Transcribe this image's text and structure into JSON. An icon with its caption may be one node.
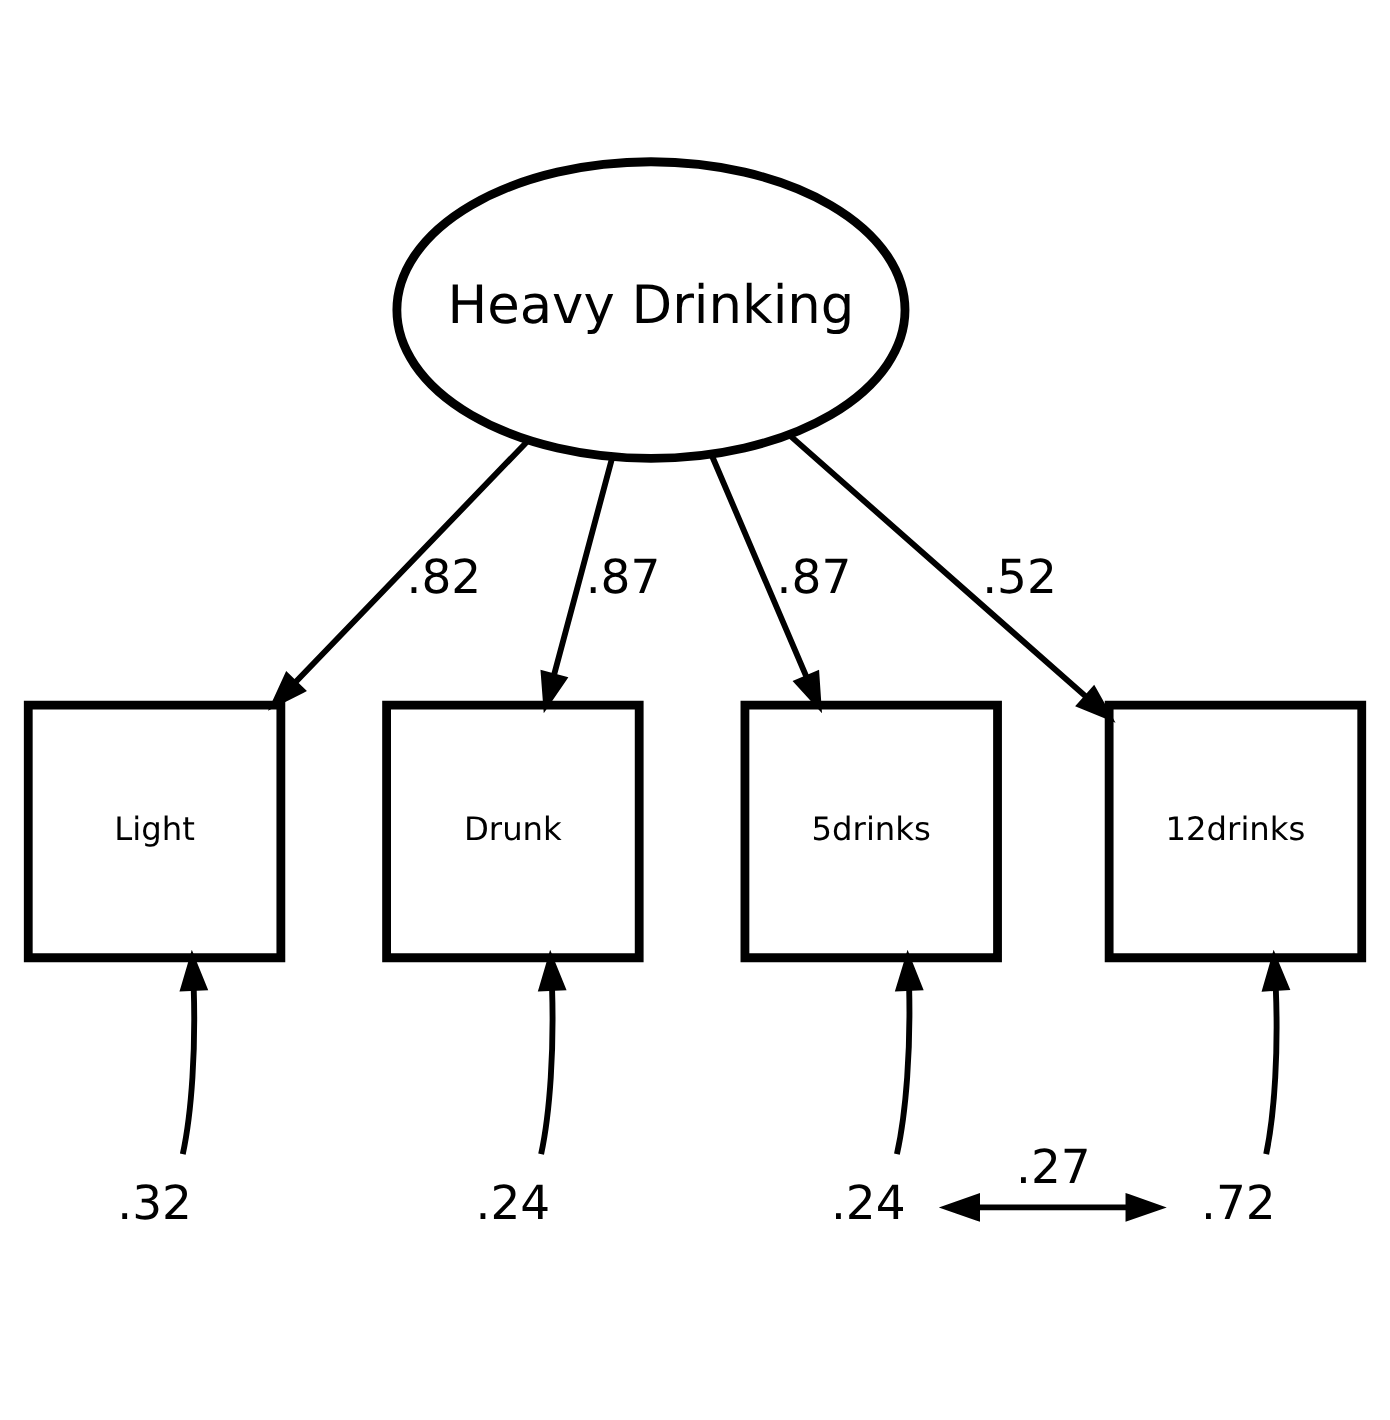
{
  "diagram": {
    "nodes": [
      {
        "text": [
          "Heavy Drinking"
        ]
      },
      {
        "text": [
          "Light"
        ]
      },
      {
        "text": [
          "Drunk"
        ]
      },
      {
        "text": [
          "5drinks"
        ]
      },
      {
        "text": [
          "12drinks"
        ]
      },
      {
        "text": [
          ".32"
        ]
      },
      {
        "text": [
          ".24"
        ]
      },
      {
        "text": [
          ".24"
        ]
      },
      {
        "text": [
          ".72"
        ]
      }
    ],
    "edges": [
      {
        "from": 0,
        "to": 1,
        "arrow": "to",
        "label": ".82"
      },
      {
        "from": 0,
        "to": 2,
        "arrow": "to",
        "label": ".87"
      },
      {
        "from": 0,
        "to": 3,
        "arrow": "to",
        "label": ".87"
      },
      {
        "from": 0,
        "to": 4,
        "arrow": "to",
        "label": ".52"
      },
      {
        "from": 5,
        "to": 1,
        "arrow": "to"
      },
      {
        "from": 6,
        "to": 2,
        "arrow": "to"
      },
      {
        "from": 7,
        "to": 3,
        "arrow": "to"
      },
      {
        "from": 8,
        "to": 4,
        "arrow": "to"
      },
      {
        "from": 7,
        "to": 8,
        "arrow": "both",
        "label": ".27"
      }
    ]
  }
}
